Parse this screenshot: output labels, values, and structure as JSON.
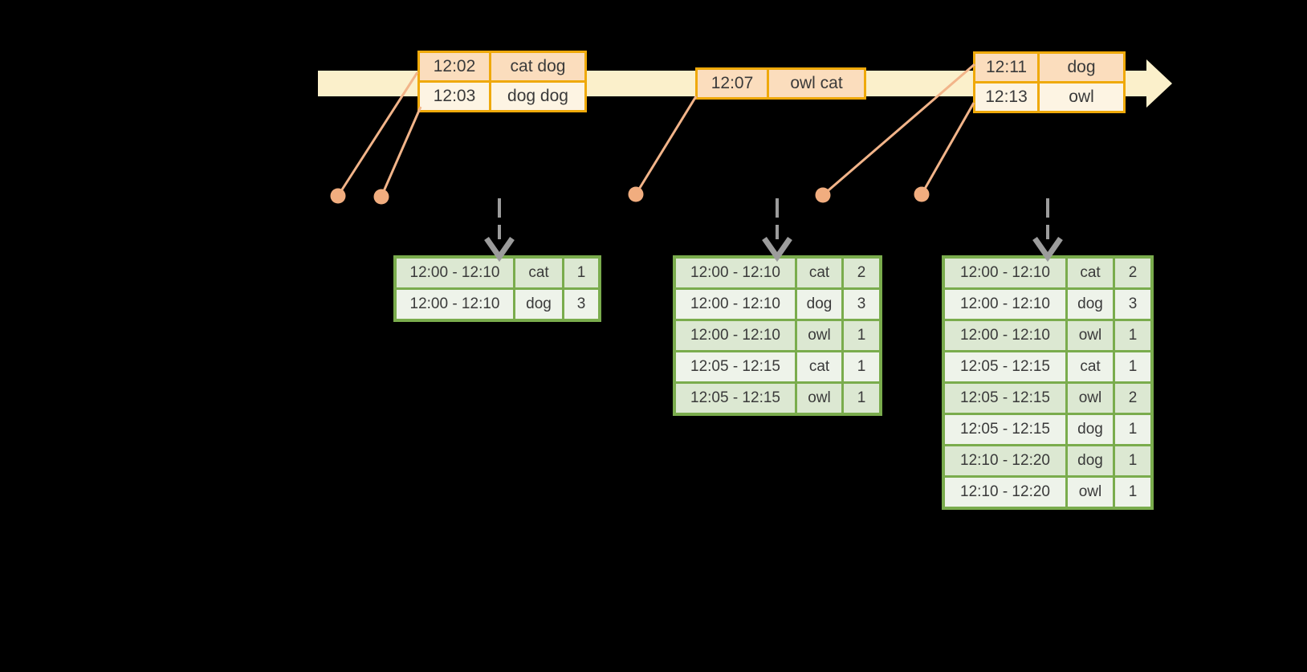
{
  "colors": {
    "background": "#000000",
    "timeline_band": "#FBF0CB",
    "event_table_border": "#EFA90A",
    "event_row_dark": "#FBDDBD",
    "event_row_light": "#FDF4E3",
    "marker_dot": "#F1AD7F",
    "connector_line": "#F2B489",
    "trigger_arrow": "#9C9C9C",
    "result_table_border": "#7AAC4D",
    "result_row_dark": "#DCE8D2",
    "result_row_light": "#EEF3EA",
    "table_text": "#3A3A3A"
  },
  "event_tables": [
    {
      "rows": [
        {
          "time": "12:02",
          "words": "cat dog"
        },
        {
          "time": "12:03",
          "words": "dog dog"
        }
      ]
    },
    {
      "rows": [
        {
          "time": "12:07",
          "words": "owl cat"
        }
      ]
    },
    {
      "rows": [
        {
          "time": "12:11",
          "words": "dog"
        },
        {
          "time": "12:13",
          "words": "owl"
        }
      ]
    }
  ],
  "result_tables": [
    {
      "rows": [
        {
          "window": "12:00 - 12:10",
          "word": "cat",
          "count": "1"
        },
        {
          "window": "12:00 - 12:10",
          "word": "dog",
          "count": "3"
        }
      ]
    },
    {
      "rows": [
        {
          "window": "12:00 - 12:10",
          "word": "cat",
          "count": "2"
        },
        {
          "window": "12:00 - 12:10",
          "word": "dog",
          "count": "3"
        },
        {
          "window": "12:00 - 12:10",
          "word": "owl",
          "count": "1"
        },
        {
          "window": "12:05 - 12:15",
          "word": "cat",
          "count": "1"
        },
        {
          "window": "12:05 - 12:15",
          "word": "owl",
          "count": "1"
        }
      ]
    },
    {
      "rows": [
        {
          "window": "12:00 - 12:10",
          "word": "cat",
          "count": "2"
        },
        {
          "window": "12:00 - 12:10",
          "word": "dog",
          "count": "3"
        },
        {
          "window": "12:00 - 12:10",
          "word": "owl",
          "count": "1"
        },
        {
          "window": "12:05 - 12:15",
          "word": "cat",
          "count": "1"
        },
        {
          "window": "12:05 - 12:15",
          "word": "owl",
          "count": "2"
        },
        {
          "window": "12:05 - 12:15",
          "word": "dog",
          "count": "1"
        },
        {
          "window": "12:10 - 12:20",
          "word": "dog",
          "count": "1"
        },
        {
          "window": "12:10 - 12:20",
          "word": "owl",
          "count": "1"
        }
      ]
    }
  ]
}
